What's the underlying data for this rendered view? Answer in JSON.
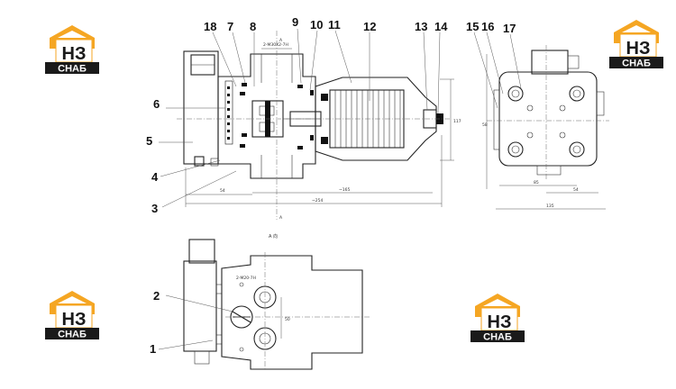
{
  "callouts": {
    "c1": "1",
    "c2": "2",
    "c3": "3",
    "c4": "4",
    "c5": "5",
    "c6": "6",
    "c7": "7",
    "c8": "8",
    "c9": "9",
    "c10": "10",
    "c11": "11",
    "c12": "12",
    "c13": "13",
    "c14": "14",
    "c15": "15",
    "c16": "16",
    "c17": "17",
    "c18": "18"
  },
  "logo": {
    "letters": "НЗ",
    "caption": "СНАБ",
    "brand_color": "#f5a623",
    "dark_color": "#1a1a1a"
  },
  "dims": {
    "thread_top": "2-M30X2-7H",
    "len_left": "54",
    "len_mid": "~165",
    "len_total": "~254",
    "height_right": "117",
    "side_w1": "85",
    "side_w2": "54",
    "side_w3": "135",
    "side_h": "58",
    "view_label": "A 向",
    "marker_a_top": "A",
    "marker_a_bottom": "A",
    "lower_thread": "2-M20-7H",
    "lower_dim": "50"
  }
}
